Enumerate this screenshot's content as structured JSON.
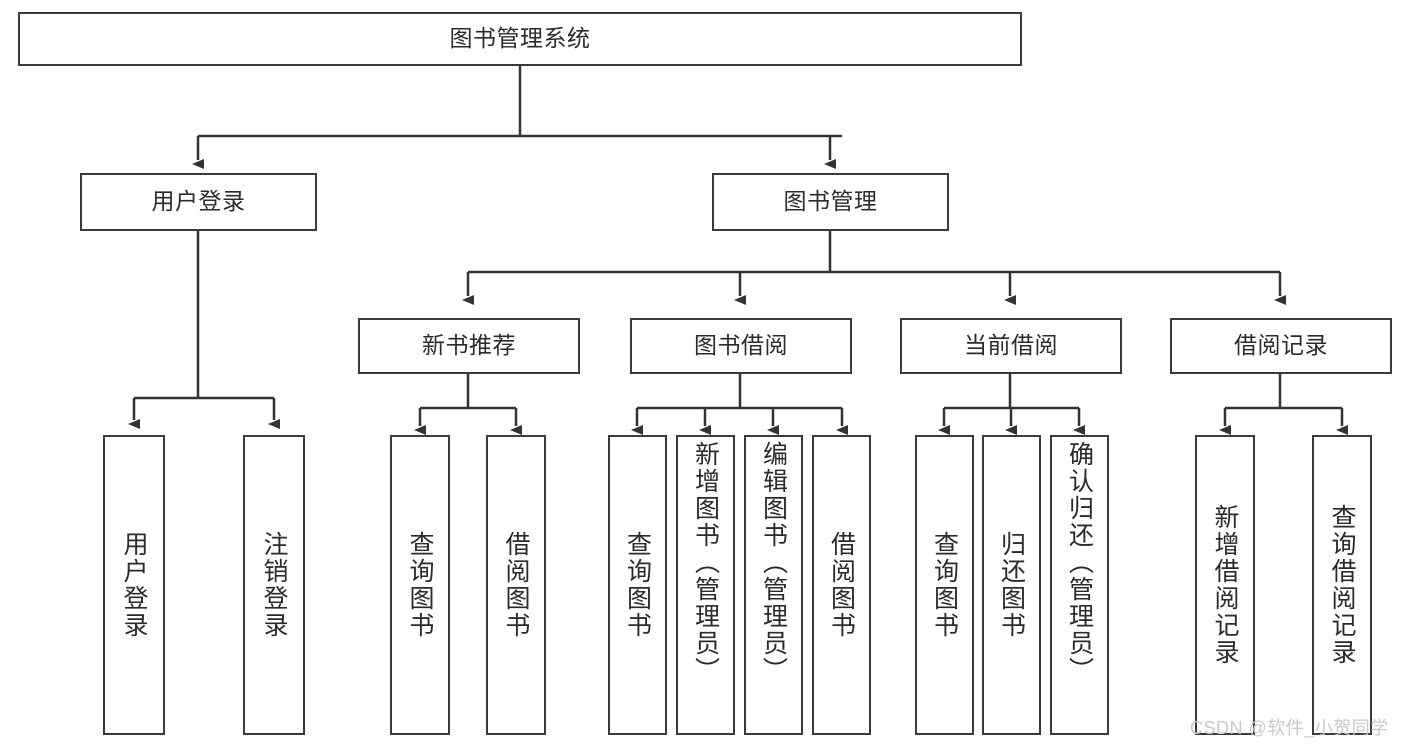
{
  "diagram": {
    "title": "图书管理系统",
    "type": "hierarchy-tree",
    "root": {
      "id": "root",
      "label": "图书管理系统",
      "orientation": "horizontal"
    },
    "level2": [
      {
        "id": "user-login",
        "label": "用户登录",
        "orientation": "horizontal"
      },
      {
        "id": "book-management",
        "label": "图书管理",
        "orientation": "horizontal"
      }
    ],
    "level3": [
      {
        "id": "new-book-recommend",
        "label": "新书推荐",
        "orientation": "horizontal",
        "parent": "book-management"
      },
      {
        "id": "book-borrow",
        "label": "图书借阅",
        "orientation": "horizontal",
        "parent": "book-management"
      },
      {
        "id": "current-borrow",
        "label": "当前借阅",
        "orientation": "horizontal",
        "parent": "book-management"
      },
      {
        "id": "borrow-record",
        "label": "借阅记录",
        "orientation": "horizontal",
        "parent": "book-management"
      }
    ],
    "leaves": [
      {
        "id": "leaf-user-login",
        "label": "用户登录",
        "parent": "user-login",
        "orientation": "vertical",
        "align": "center"
      },
      {
        "id": "leaf-logout",
        "label": "注销登录",
        "parent": "user-login",
        "orientation": "vertical",
        "align": "center"
      },
      {
        "id": "leaf-query-books-1",
        "label": "查询图书",
        "parent": "new-book-recommend",
        "orientation": "vertical",
        "align": "center"
      },
      {
        "id": "leaf-borrow-books-1",
        "label": "借阅图书",
        "parent": "new-book-recommend",
        "orientation": "vertical",
        "align": "center"
      },
      {
        "id": "leaf-query-books-2",
        "label": "查询图书",
        "parent": "book-borrow",
        "orientation": "vertical",
        "align": "center"
      },
      {
        "id": "leaf-add-book",
        "label": "新增图书（管理员）",
        "parent": "book-borrow",
        "orientation": "vertical",
        "align": "top"
      },
      {
        "id": "leaf-edit-book",
        "label": "编辑图书（管理员）",
        "parent": "book-borrow",
        "orientation": "vertical",
        "align": "top"
      },
      {
        "id": "leaf-borrow-books-2",
        "label": "借阅图书",
        "parent": "book-borrow",
        "orientation": "vertical",
        "align": "center"
      },
      {
        "id": "leaf-query-books-3",
        "label": "查询图书",
        "parent": "current-borrow",
        "orientation": "vertical",
        "align": "center"
      },
      {
        "id": "leaf-return-books",
        "label": "归还图书",
        "parent": "current-borrow",
        "orientation": "vertical",
        "align": "center"
      },
      {
        "id": "leaf-confirm-return",
        "label": "确认归还（管理员）",
        "parent": "current-borrow",
        "orientation": "vertical",
        "align": "top"
      },
      {
        "id": "leaf-add-record",
        "label": "新增借阅记录",
        "parent": "borrow-record",
        "orientation": "vertical",
        "align": "center"
      },
      {
        "id": "leaf-query-record",
        "label": "查询借阅记录",
        "parent": "borrow-record",
        "orientation": "vertical",
        "align": "center"
      }
    ],
    "colors": {
      "box_border": "#3b3b3b",
      "box_fill": "#ffffff",
      "text": "#2b2b2b",
      "connector": "#333333",
      "watermark": "#c9c9c9"
    }
  },
  "watermark": {
    "text": "CSDN @软件_小贺同学"
  }
}
